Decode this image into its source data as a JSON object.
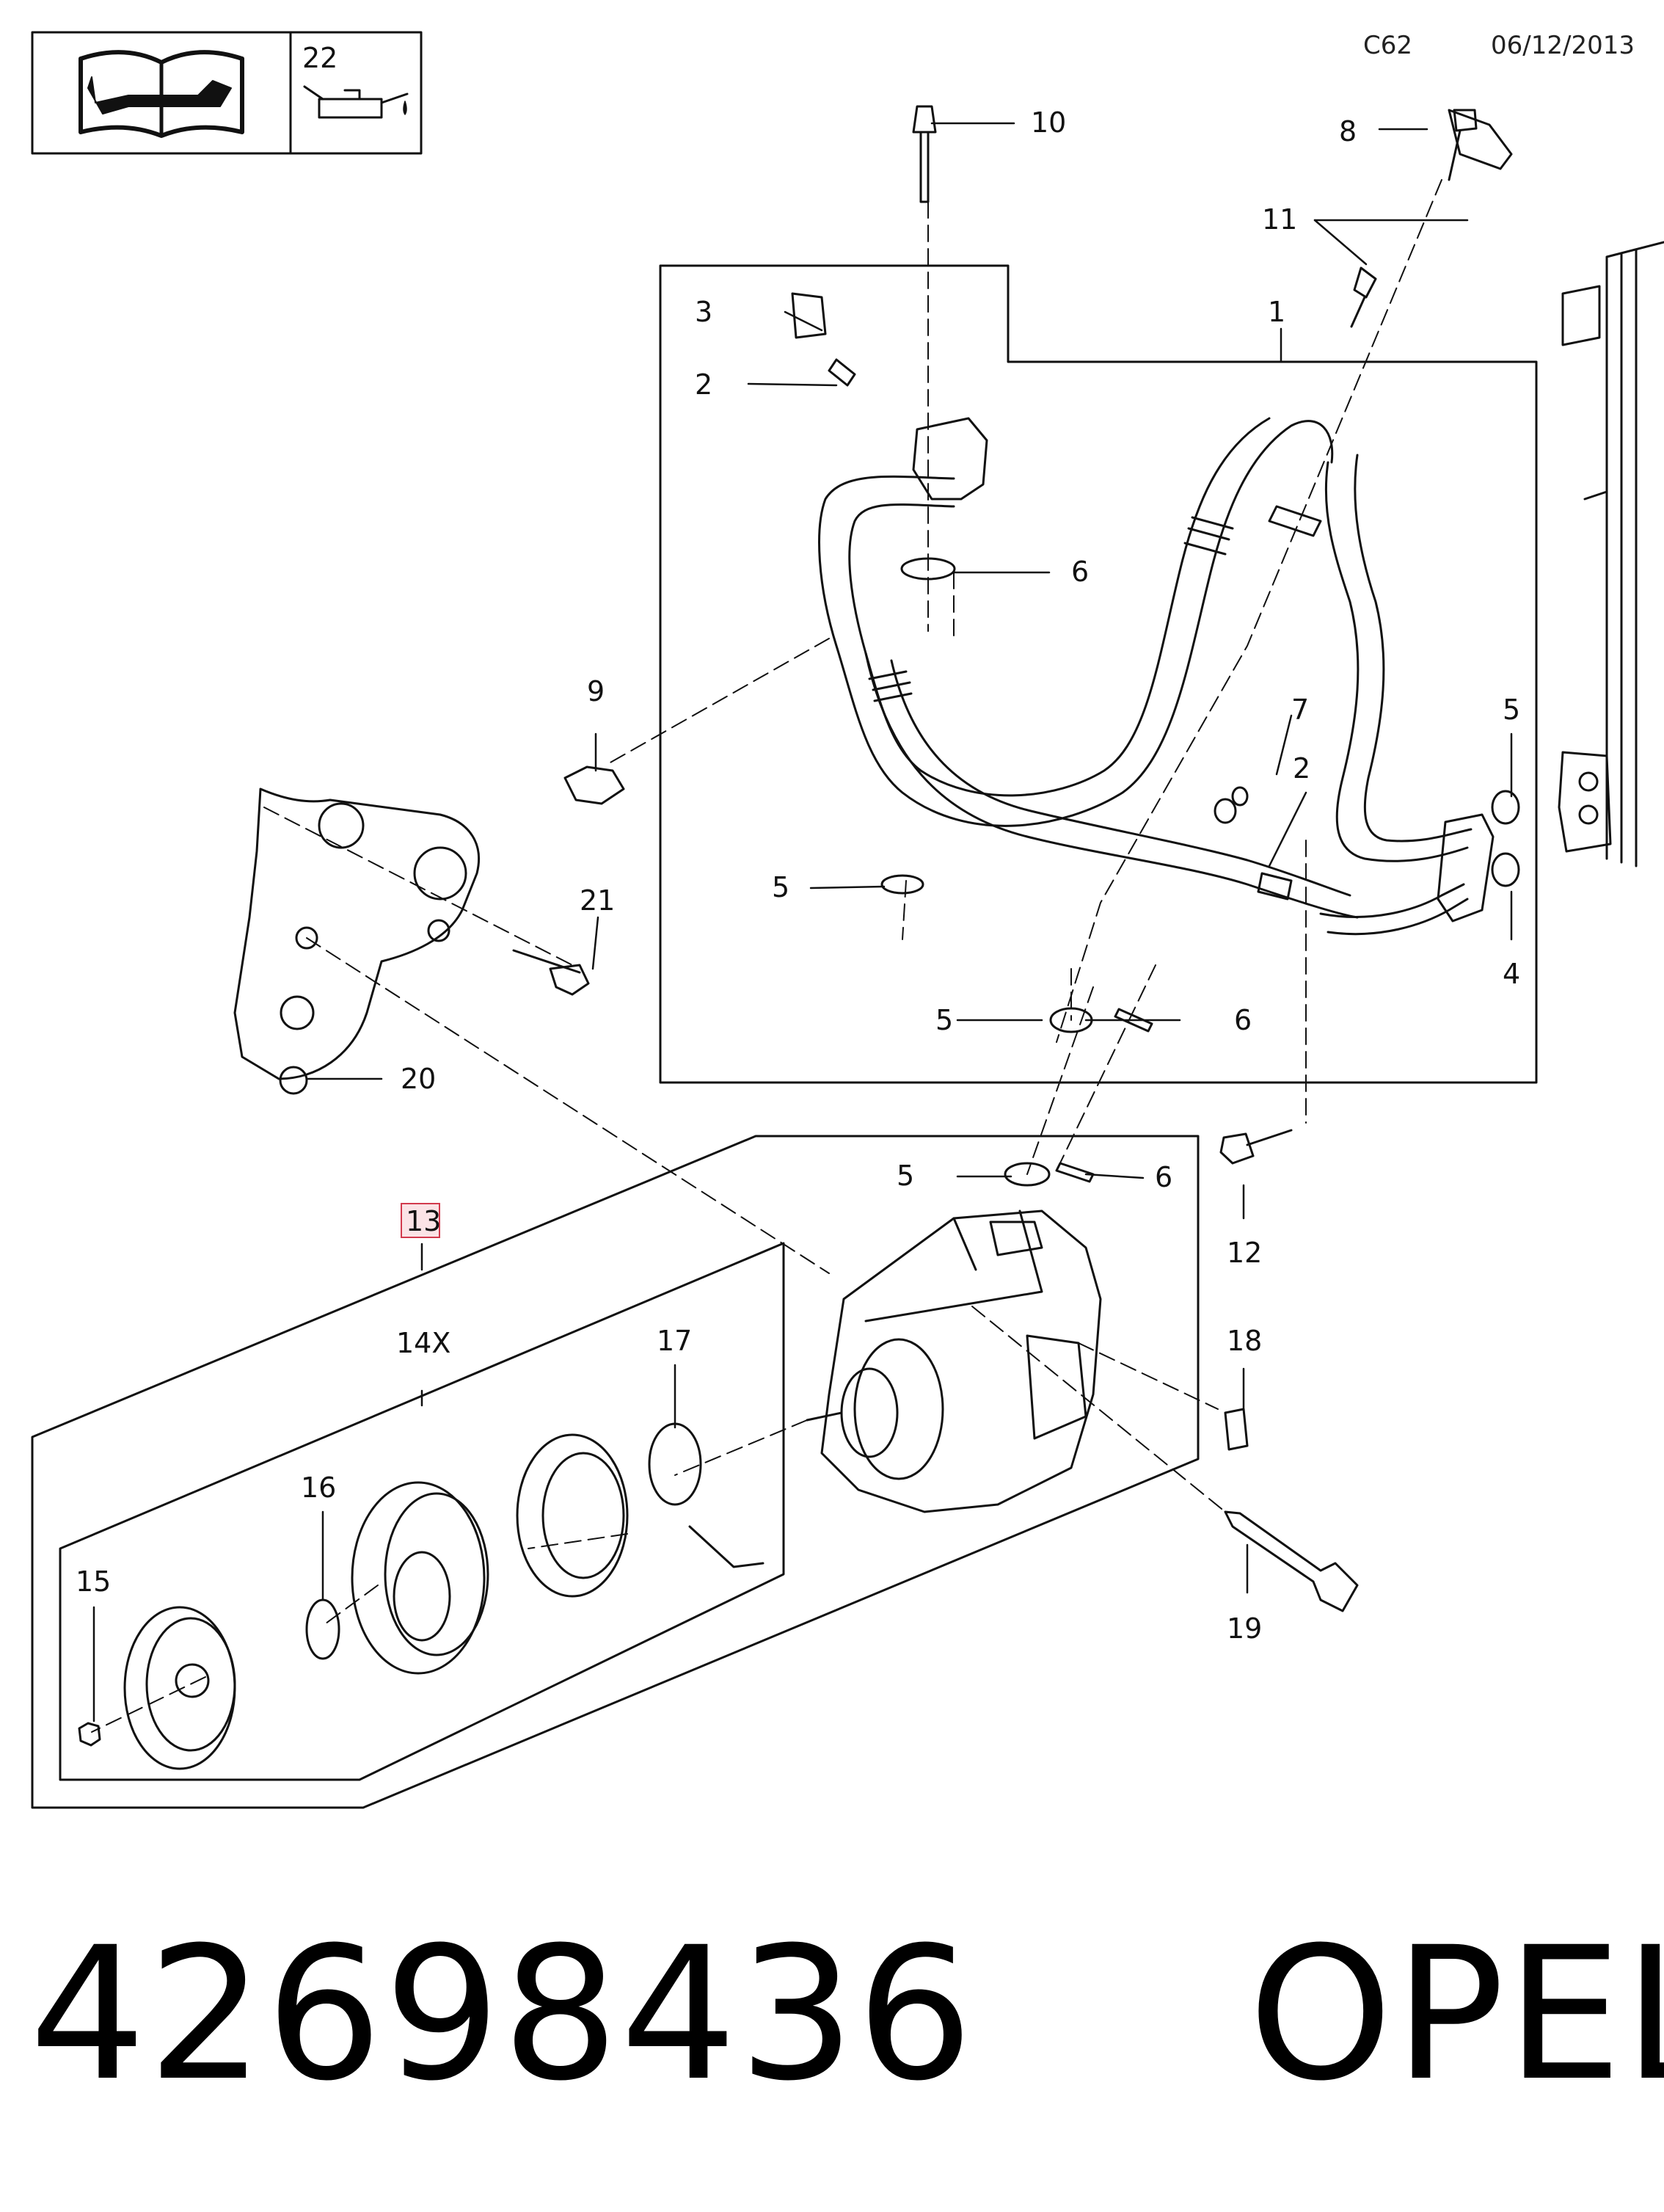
{
  "header": {
    "code": "C62",
    "date": "06/12/2013"
  },
  "info_box": {
    "manual_icon": "manual-wrench-book-icon",
    "oil_icon": "oil-can-icon",
    "oil_number": "22"
  },
  "callouts": {
    "c1": "1",
    "c2a": "2",
    "c2b": "2",
    "c3": "3",
    "c4": "4",
    "c5a": "5",
    "c5b": "5",
    "c5c": "5",
    "c5d": "5",
    "c6a": "6",
    "c6b": "6",
    "c6c": "6",
    "c7": "7",
    "c8": "8",
    "c9": "9",
    "c10": "10",
    "c11": "11",
    "c12": "12",
    "c13": "13",
    "c14": "14X",
    "c15": "15",
    "c16": "16",
    "c17": "17",
    "c18": "18",
    "c19": "19",
    "c20": "20",
    "c21": "21"
  },
  "footer": {
    "part_number": "42698436",
    "brand": "OPEL"
  }
}
